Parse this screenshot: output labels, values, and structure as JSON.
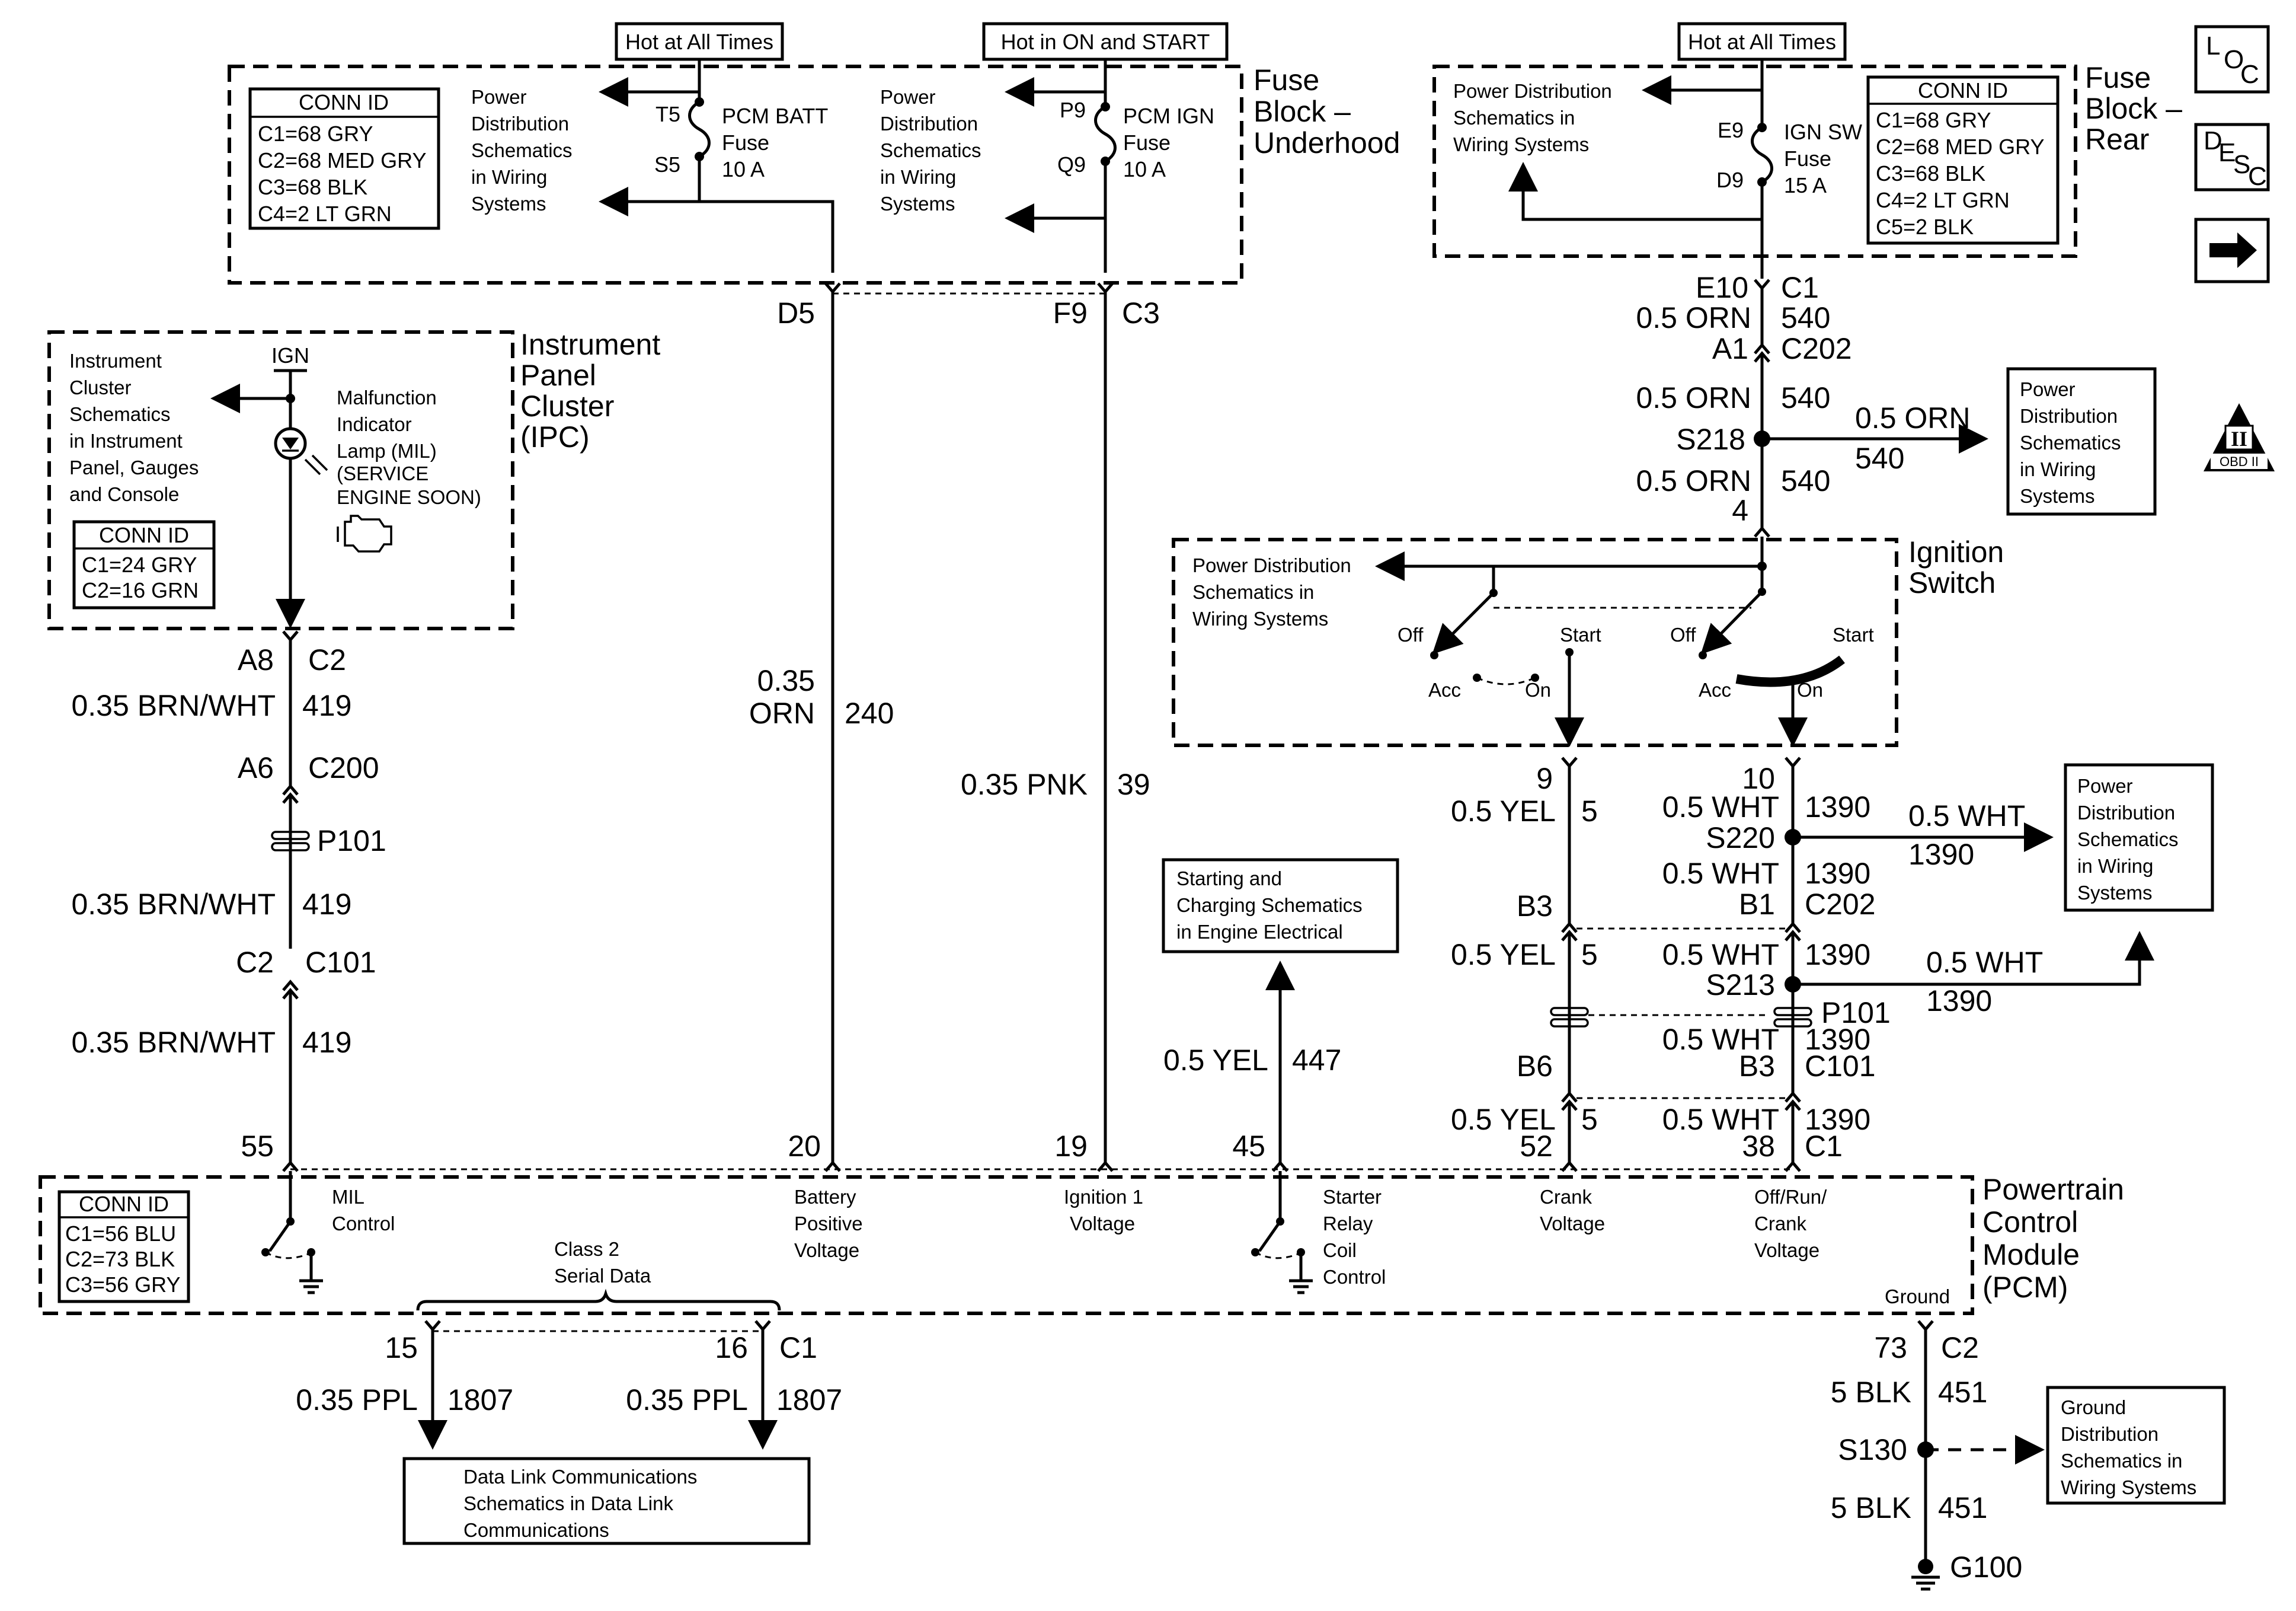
{
  "fuse_underhood": {
    "title": [
      "Fuse",
      "Block –",
      "Underhood"
    ],
    "hot_batt": "Hot at All Times",
    "hot_ign": "Hot in ON and START",
    "conn_head": "CONN ID",
    "conn": [
      "C1=68 GRY",
      "C2=68 MED GRY",
      "C3=68 BLK",
      "C4=2 LT GRN"
    ],
    "pd_left": [
      "Power",
      "Distribution",
      "Schematics",
      "in Wiring",
      "Systems"
    ],
    "pd_mid": [
      "Power",
      "Distribution",
      "Schematics",
      "in Wiring",
      "Systems"
    ],
    "t5": "T5",
    "s5": "S5",
    "p9": "P9",
    "q9": "Q9",
    "batt_fuse": [
      "PCM BATT",
      "Fuse",
      "10 A"
    ],
    "ign_fuse": [
      "PCM IGN",
      "Fuse",
      "10 A"
    ],
    "d5": "D5",
    "f9": "F9",
    "c3": "C3"
  },
  "fuse_rear": {
    "title": [
      "Fuse",
      "Block –",
      "Rear"
    ],
    "hot": "Hot at All Times",
    "pd": [
      "Power Distribution",
      "Schematics in",
      "Wiring Systems"
    ],
    "e9": "E9",
    "d9": "D9",
    "fuse": [
      "IGN SW",
      "Fuse",
      "15 A"
    ],
    "conn_head": "CONN ID",
    "conn": [
      "C1=68 GRY",
      "C2=68 MED GRY",
      "C3=68 BLK",
      "C4=2 LT GRN",
      "C5=2 BLK"
    ]
  },
  "icons": {
    "loc": [
      "L",
      "O",
      "C"
    ],
    "desc": [
      "D",
      "E",
      "S",
      "C"
    ],
    "obd": [
      "II",
      "OBD II"
    ]
  },
  "rear_circuit": {
    "e10": "E10",
    "c1": "C1",
    "orn": "0.5 ORN",
    "n540": "540",
    "a1": "A1",
    "c202": "C202",
    "s218": "S218",
    "pin4": "4",
    "pd": [
      "Power",
      "Distribution",
      "Schematics",
      "in Wiring",
      "Systems"
    ]
  },
  "ign_switch": {
    "title": [
      "Ignition",
      "Switch"
    ],
    "pd": [
      "Power Distribution",
      "Schematics in",
      "Wiring Systems"
    ],
    "off": "Off",
    "start": "Start",
    "acc": "Acc",
    "on": "On"
  },
  "ipc": {
    "title": [
      "Instrument",
      "Panel",
      "Cluster",
      "(IPC)"
    ],
    "ign": "IGN",
    "ic": [
      "Instrument",
      "Cluster",
      "Schematics",
      "in Instrument",
      "Panel, Gauges",
      "and Console"
    ],
    "mil": [
      "Malfunction",
      "Indicator",
      "Lamp (MIL)",
      "(SERVICE",
      "ENGINE SOON)"
    ],
    "conn_head": "CONN ID",
    "conn": [
      "C1=24 GRY",
      "C2=16 GRN"
    ]
  },
  "mil_circuit": {
    "a8": "A8",
    "c2": "C2",
    "wire": "0.35 BRN/WHT",
    "n419": "419",
    "a6": "A6",
    "c200": "C200",
    "p101": "P101",
    "c101": "C101",
    "pin55": "55"
  },
  "batt_circuit": {
    "wire": [
      "0.35",
      "ORN"
    ],
    "n240": "240",
    "pin20": "20"
  },
  "ign_circuit": {
    "wire": "0.35 PNK",
    "n39": "39",
    "pin19": "19"
  },
  "starter": {
    "box": [
      "Starting and",
      "Charging Schematics",
      "in Engine Electrical"
    ],
    "wire": "0.5 YEL",
    "n447": "447",
    "pin45": "45"
  },
  "crank_circuit": {
    "pin9": "9",
    "yel": "0.5 YEL",
    "n5": "5",
    "b3": "B3",
    "b6": "B6",
    "pin52": "52"
  },
  "run_circuit": {
    "pin10": "10",
    "wht": "0.5 WHT",
    "n1390": "1390",
    "s220": "S220",
    "b1": "B1",
    "c202": "C202",
    "s213": "S213",
    "p101": "P101",
    "b3": "B3",
    "c101": "C101",
    "pin38": "38",
    "c1": "C1",
    "pd": [
      "Power",
      "Distribution",
      "Schematics",
      "in Wiring",
      "Systems"
    ]
  },
  "pcm": {
    "title": [
      "Powertrain",
      "Control",
      "Module",
      "(PCM)"
    ],
    "conn_head": "CONN ID",
    "conn": [
      "C1=56 BLU",
      "C2=73 BLK",
      "C3=56 GRY"
    ],
    "mil_ctl": [
      "MIL",
      "Control"
    ],
    "batt_v": [
      "Battery",
      "Positive",
      "Voltage"
    ],
    "ign_v": [
      "Ignition 1",
      "Voltage"
    ],
    "starter_ctl": [
      "Starter",
      "Relay",
      "Coil",
      "Control"
    ],
    "crank_v": [
      "Crank",
      "Voltage"
    ],
    "run_v": [
      "Off/Run/",
      "Crank",
      "Voltage"
    ],
    "class2": [
      "Class 2",
      "Serial Data"
    ],
    "ground": "Ground"
  },
  "data_link": {
    "pin15": "15",
    "pin16": "16",
    "c1": "C1",
    "wire": "0.35 PPL",
    "n1807": "1807",
    "box": [
      "Data Link Communications",
      "Schematics in Data Link",
      "Communications"
    ]
  },
  "ground_circuit": {
    "pin73": "73",
    "c2": "C2",
    "wire": "5 BLK",
    "n451": "451",
    "s130": "S130",
    "g100": "G100",
    "box": [
      "Ground",
      "Distribution",
      "Schematics in",
      "Wiring Systems"
    ]
  }
}
